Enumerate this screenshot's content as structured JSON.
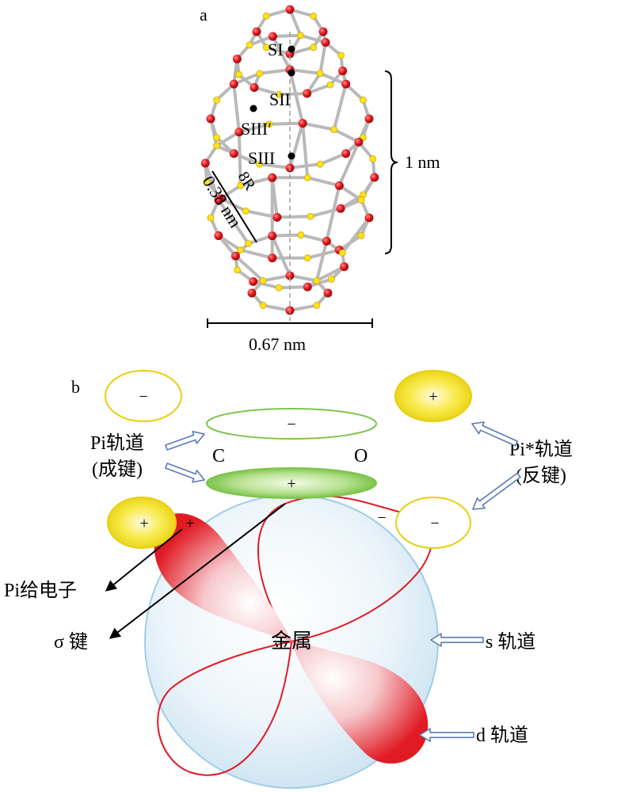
{
  "panel_a": {
    "panel_label": "a",
    "site_labels": {
      "s1": "SI",
      "s2": "SII",
      "s3p": "SIII′",
      "s3": "SIII",
      "ring": "8R"
    },
    "window_size": "0.38 nm",
    "height_label": "1 nm",
    "width_label": "0.67 nm",
    "colors": {
      "oxygen": "#e0141b",
      "silicon": "#ffe31a",
      "bond": "#b9b9b9",
      "site": "#000000"
    }
  },
  "panel_b": {
    "panel_label": "b",
    "pi_bonding_label": "Pi轨道",
    "pi_bonding_sub": "(成键)",
    "pi_antibonding_label": "Pi*轨道",
    "pi_antibonding_sub": "(反键)",
    "carbon": "C",
    "oxygen": "O",
    "pi_donation": "Pi给电子",
    "sigma_bond": "σ 键",
    "metal": "金属",
    "s_orbital": "s 轨道",
    "d_orbital": "d 轨道",
    "signs": {
      "top_left_lobe": "−",
      "top_right_lobe": "+",
      "pi_upper": "−",
      "pi_lower": "+",
      "left_lower_lobe": "+",
      "d_lobe_upper_left": "+",
      "d_lobe_upper_right": "−",
      "right_lower_lobe": "−"
    },
    "colors": {
      "yellow_orbital": "#f4e21f",
      "green_orbital": "#7cc54a",
      "s_orbital": "#9ccbe6",
      "d_orbital": "#e11b24",
      "arrow": "#5a7bb5"
    }
  }
}
